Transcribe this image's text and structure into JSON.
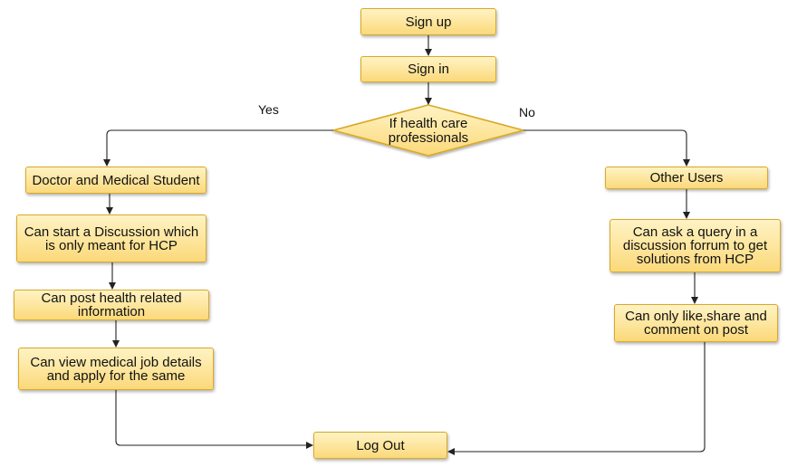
{
  "nodes": {
    "signup": "Sign up",
    "signin": "Sign in",
    "decision": "If health care professionals",
    "doctor": "Doctor and Medical Student",
    "discussion": "Can start a Discussion which is only meant for HCP",
    "post": "Can post health related information",
    "jobs": "Can view medical job details and apply for the same",
    "other": "Other Users",
    "query": "Can ask a query in a discussion forrum to get solutions from HCP",
    "like": "Can only like,share and comment on post",
    "logout": "Log Out"
  },
  "edges": {
    "yes": "Yes",
    "no": "No"
  },
  "colors": {
    "fill_top": "#fff3c4",
    "fill_bottom": "#fbd97a",
    "border": "#d9a928",
    "line": "#222222"
  }
}
